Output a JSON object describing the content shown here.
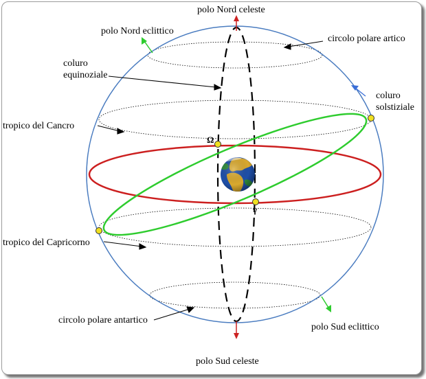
{
  "labels": {
    "north_celestial_pole": "polo Nord celeste",
    "south_celestial_pole": "polo Sud celeste",
    "north_ecliptic_pole": "polo Nord eclittico",
    "south_ecliptic_pole": "polo Sud eclittico",
    "arctic_circle": "circolo polare artico",
    "antarctic_circle": "circolo polare antartico",
    "equinoctial_colure_line1": "coluro",
    "equinoctial_colure_line2": "equinoziale",
    "solstitial_colure_line1": "coluro",
    "solstitial_colure_line2": "solstiziale",
    "tropic_of_cancer": "tropico del Cancro",
    "tropic_of_capricorn": "tropico del Capricorno",
    "descending_node_symbol": "Ω",
    "vernal_point_symbol": "γ"
  },
  "colors": {
    "sphere": "#4a7cc0",
    "equator": "#cc1f1f",
    "ecliptic": "#2ecc2e",
    "colure": "#000000",
    "celestial_axis": "#cc2222",
    "ecliptic_axis": "#2ecc2e",
    "solstitial_arrow": "#3a6fd8",
    "node_fill": "#f0e020",
    "earth_ocean": "#1f4fa8",
    "earth_land": "#d9a92e"
  }
}
